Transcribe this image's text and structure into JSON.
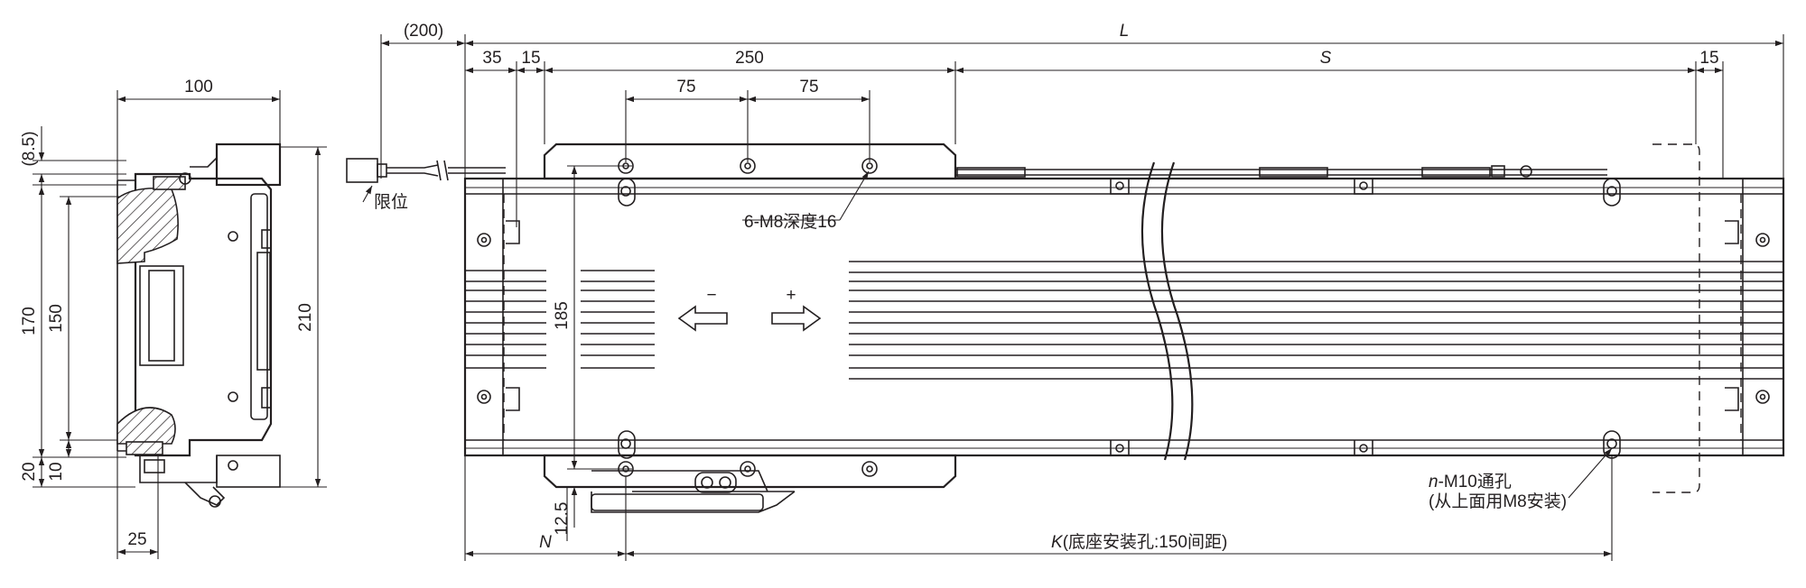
{
  "side_view": {
    "width_top": "100",
    "offset_top": "(8.5)",
    "height_outer": "170",
    "height_inner": "150",
    "height_total": "210",
    "bottom_20": "20",
    "bottom_10": "10",
    "width_bottom": "25"
  },
  "top_view": {
    "cable_length": "(200)",
    "overall_length": "L",
    "margin_35": "35",
    "margin_15_left": "15",
    "carriage_width": "250",
    "stroke": "S",
    "margin_15_right": "15",
    "hole_pitch_1": "75",
    "hole_pitch_2": "75",
    "rail_width": "185",
    "offset_12_5": "12.5",
    "base_offset": "N",
    "base_pitch_var": "K",
    "base_pitch_text": "(底座安装孔:150间距)",
    "minus_sign": "−",
    "plus_sign": "+",
    "limit_label": "限位",
    "carriage_holes_label": "6-M8深度16",
    "base_holes_var": "n",
    "base_holes_label": "-M10通孔",
    "base_holes_note": "(从上面用M8安装)"
  }
}
